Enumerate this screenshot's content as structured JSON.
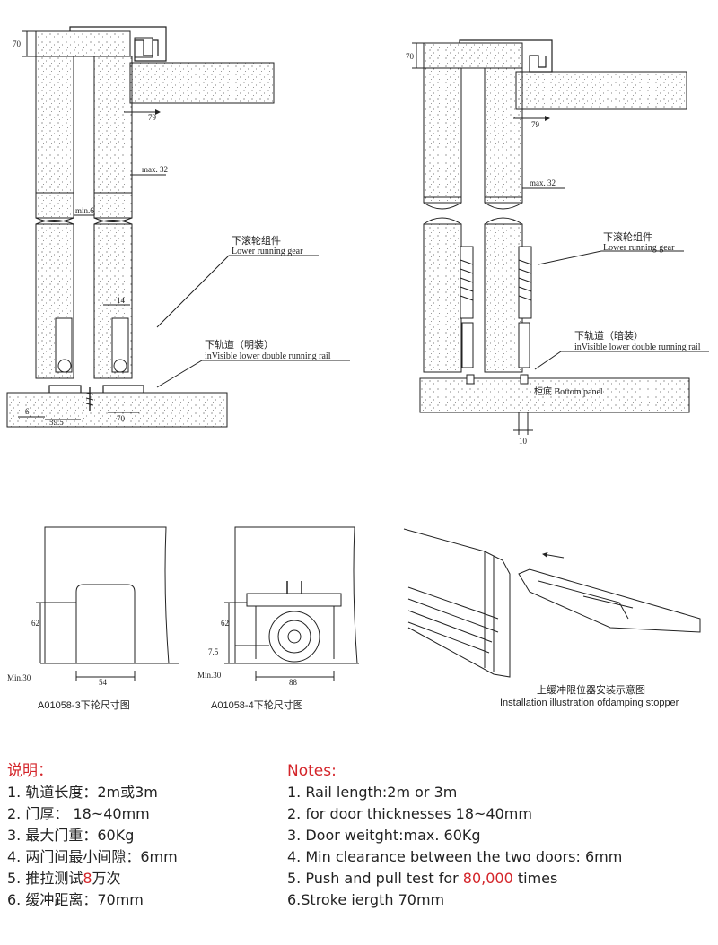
{
  "top_left": {
    "dims": {
      "d70": "70",
      "d79": "79",
      "max32": "max. 32",
      "min6": "min.6",
      "d14": "14",
      "d6": "6",
      "d39_5": "39.5",
      "d70b": "70"
    },
    "gear_cn": "下滚轮组件",
    "gear_en": "Lower running gear",
    "rail_cn": "下轨道（明装）",
    "rail_en": "inVisible lower double running rail"
  },
  "top_right": {
    "dims": {
      "d70": "70",
      "d79": "79",
      "max32": "max. 32",
      "d10": "10"
    },
    "gear_cn": "下滚轮组件",
    "gear_en": "Lower running gear",
    "rail_cn": "下轨道（暗装）",
    "rail_en": "inVisible lower double running rail",
    "panel": "柜底 Bottom panel"
  },
  "wheel3": {
    "d62": "62",
    "min30": "Min.30",
    "d54": "54",
    "caption": "A01058-3下轮尺寸图"
  },
  "wheel4": {
    "d62": "62",
    "d7_5": "7.5",
    "min30": "Min.30",
    "d88": "88",
    "caption": "A01058-4下轮尺寸图"
  },
  "stopper": {
    "caption_cn": "上缓冲限位器安装示意图",
    "caption_en": "Installation illustration ofdamping stopper"
  },
  "notes_cn": {
    "heading": "说明：",
    "items": [
      "1. 轨道长度：2m或3m",
      "2. 门厚： 18~40mm",
      "3. 最大门重：60Kg",
      "4. 两门间最小间隙：6mm",
      "6. 缓冲距离：70mm"
    ],
    "item5_pre": "5. 推拉测试",
    "item5_red": "8",
    "item5_post": "万次"
  },
  "notes_en": {
    "heading": "Notes:",
    "items": [
      "1. Rail length:2m or 3m",
      "2. for door thicknesses 18~40mm",
      "3. Door weitght:max. 60Kg",
      "4. Min clearance between the two doors: 6mm",
      "6.Stroke iergth 70mm"
    ],
    "item5_pre": "5. Push and pull test for ",
    "item5_red": "80,000",
    "item5_post": " times"
  },
  "colors": {
    "accent_red": "#d4252a",
    "line": "#222222"
  }
}
